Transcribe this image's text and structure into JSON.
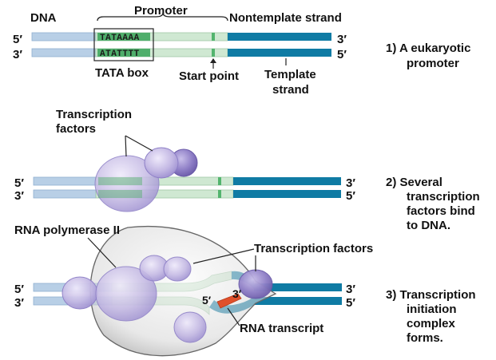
{
  "colors": {
    "strand_light": "#b8cfe6",
    "strand_light_edge": "#8fb0d0",
    "promoter": "#cfe8d2",
    "tata_fill": "#4fae6b",
    "dark_strand": "#0f7ba4",
    "start_mark": "#53b46e",
    "tf_fill": "#c7bde6",
    "tf_dark": "#8c7cc4",
    "polymerase": "#dcdcdc",
    "rna": "#e0502b"
  },
  "panel1": {
    "dna_label": "DNA",
    "promoter_label": "Promoter",
    "nontemplate_label": "Nontemplate strand",
    "tata_top": "TATAAAA",
    "tata_bottom": "ATATTTT",
    "tata_box_label": "TATA box",
    "start_point_label": "Start point",
    "template_label_1": "Template",
    "template_label_2": "strand",
    "end_top_left": "5′",
    "end_bottom_left": "3′",
    "end_top_right": "3′",
    "end_bottom_right": "5′",
    "step_lines": [
      "1)  A eukaryotic",
      "promoter"
    ]
  },
  "panel2": {
    "tf_label_1": "Transcription",
    "tf_label_2": "factors",
    "end_top_left": "5′",
    "end_bottom_left": "3′",
    "end_top_right": "3′",
    "end_bottom_right": "5′",
    "step_lines": [
      "2)  Several",
      "transcription",
      "factors bind",
      "to DNA."
    ]
  },
  "panel3": {
    "pol_label": "RNA polymerase II",
    "tf_label": "Transcription factors",
    "rna_label": "RNA transcript",
    "rna_5": "5′",
    "rna_3": "3′",
    "end_top_left": "5′",
    "end_bottom_left": "3′",
    "end_top_right": "3′",
    "end_bottom_right": "5′",
    "step_lines": [
      "3)  Transcription",
      "initiation",
      "complex",
      "forms."
    ]
  }
}
